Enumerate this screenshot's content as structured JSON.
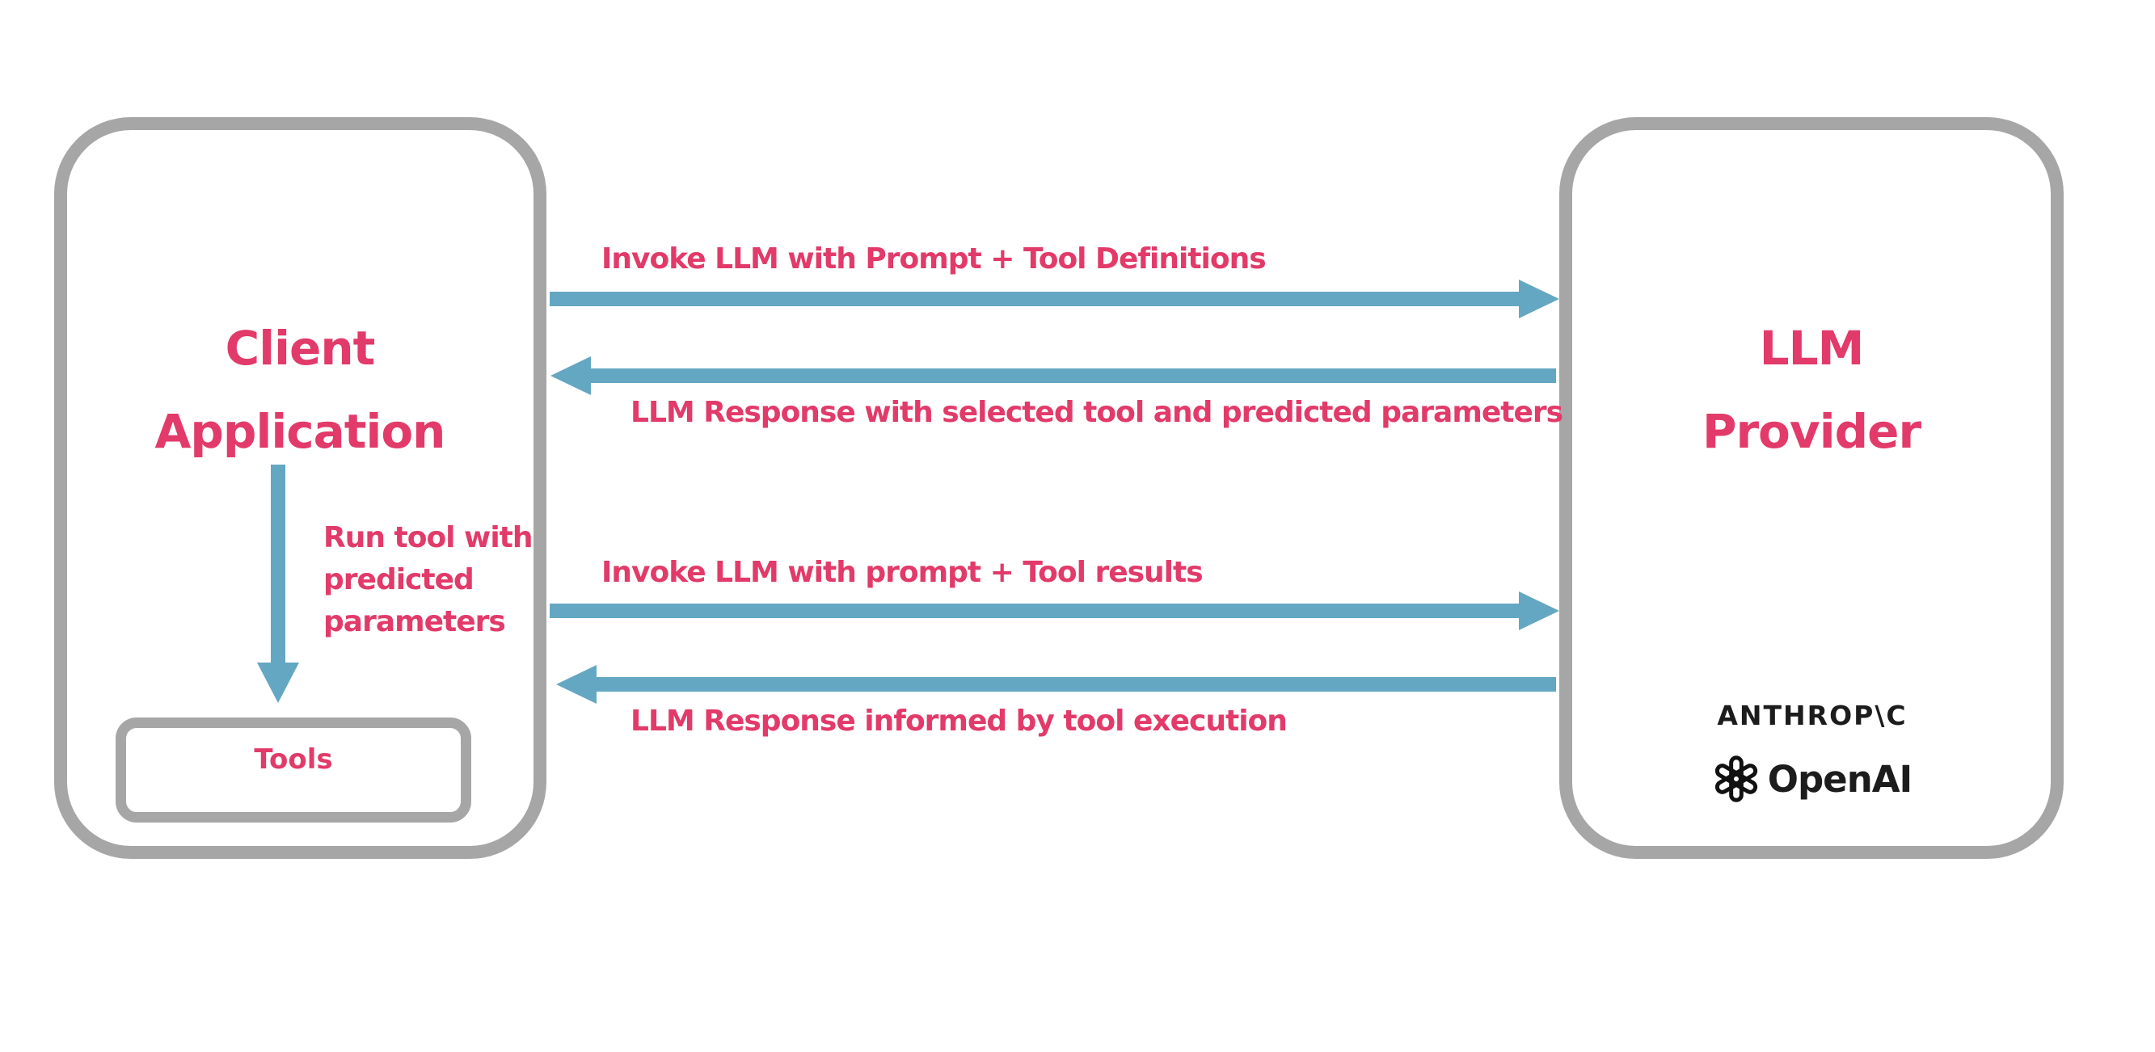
{
  "colors": {
    "pink": "#E23A69",
    "blue": "#64A7C2",
    "gray": "#A6A6A6",
    "ink": "#1C1C1C"
  },
  "client_box": {
    "title": "Client Application",
    "tools_label": "Tools",
    "run_tool_label": "Run tool with predicted parameters"
  },
  "llm_box": {
    "title": "LLM Provider",
    "providers": [
      {
        "name": "ANTHROP\\C"
      },
      {
        "name": "OpenAI"
      }
    ]
  },
  "messages": [
    {
      "label": "Invoke LLM with Prompt + Tool Definitions",
      "direction": "right"
    },
    {
      "label": "LLM Response with selected tool and predicted parameters",
      "direction": "left"
    },
    {
      "label": "Invoke LLM with prompt + Tool results",
      "direction": "right"
    },
    {
      "label": "LLM Response informed by tool execution",
      "direction": "left"
    }
  ]
}
